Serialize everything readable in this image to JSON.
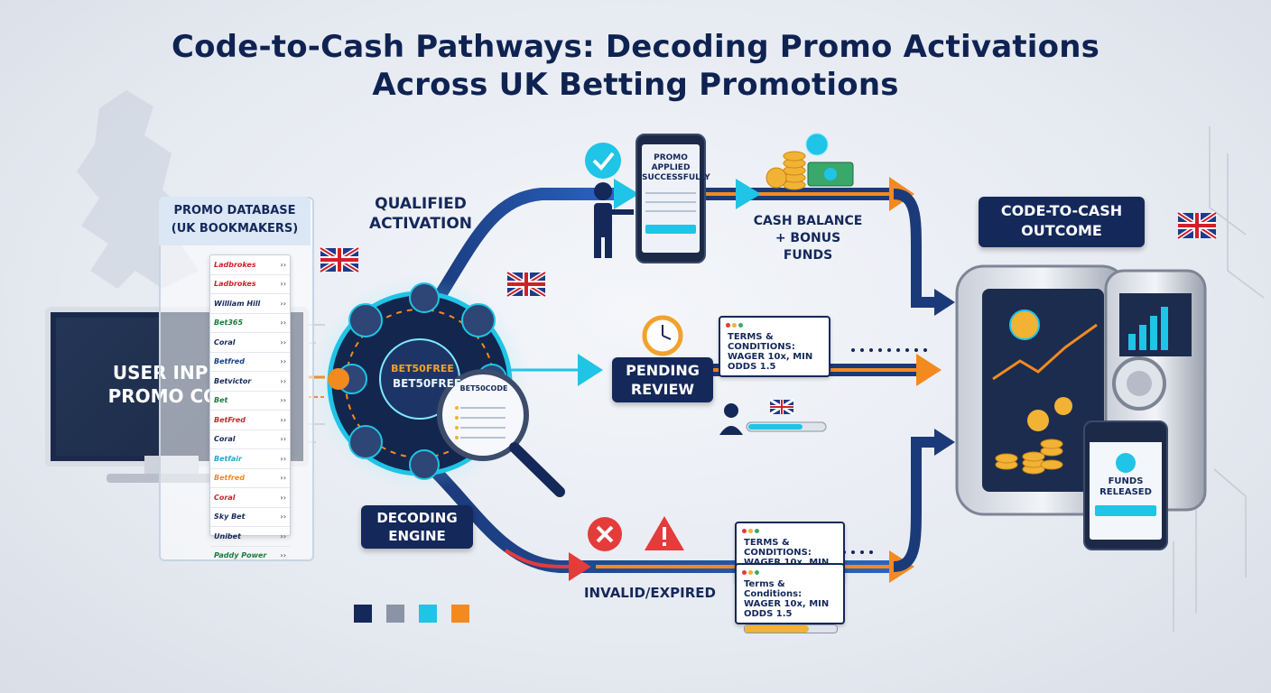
{
  "title": {
    "line1": "Code-to-Cash Pathways: Decoding Promo Activations",
    "line2": "Across UK Betting Promotions"
  },
  "user_input": {
    "line1": "USER INPUT:",
    "line2": "PROMO CODE"
  },
  "promo_database": {
    "line1": "PROMO DATABASE",
    "line2": "(UK BOOKMAKERS)",
    "bookmakers": [
      "Ladbrokes",
      "Ladbrokes",
      "William Hill",
      "Bet365",
      "Coral",
      "Betfred",
      "Betvictor",
      "Bet",
      "BetFred",
      "Coral",
      "Betfair",
      "Betfred",
      "Coral",
      "Sky Bet",
      "Unibet",
      "Paddy Power"
    ]
  },
  "engine": {
    "code": "BET50FREE",
    "code2": "BET50FREE",
    "magnifier_title": "BET50CODE",
    "label_line1": "DECODING",
    "label_line2": "ENGINE"
  },
  "qualified": {
    "line1": "QUALIFIED",
    "line2": "ACTIVATION"
  },
  "phone_message": {
    "line1": "PROMO",
    "line2": "APPLIED",
    "line3": "SUCCESSFULLY"
  },
  "cash_balance": {
    "line1": "CASH BALANCE",
    "line2": "+ BONUS FUNDS"
  },
  "pending": {
    "line1": "PENDING",
    "line2": "REVIEW"
  },
  "terms_pending": {
    "line1": "TERMS & CONDITIONS:",
    "line2": "WAGER 10x, MIN ODDS 1.5"
  },
  "terms_invalid_1": {
    "line1": "TERMS & CONDITIONS:",
    "line2": "WAGER 10x, MIN ODDS 1.5"
  },
  "terms_invalid_2": {
    "line1": "Terms & Conditions:",
    "line2": "WAGER 10x, MIN ODDS 1.5"
  },
  "invalid": {
    "label": "INVALID/EXPIRED"
  },
  "outcome": {
    "line1": "CODE-TO-CASH",
    "line2": "OUTCOME"
  },
  "funds_released": {
    "line1": "FUNDS",
    "line2": "RELEASED"
  },
  "colors": {
    "navy": "#14285a",
    "cyan": "#1fc4e6",
    "orange": "#f28a20",
    "grey": "#8a94a6",
    "red": "#e43b3b"
  },
  "legend_colors": [
    "#14285a",
    "#8a94a6",
    "#1fc4e6",
    "#f28a20"
  ]
}
